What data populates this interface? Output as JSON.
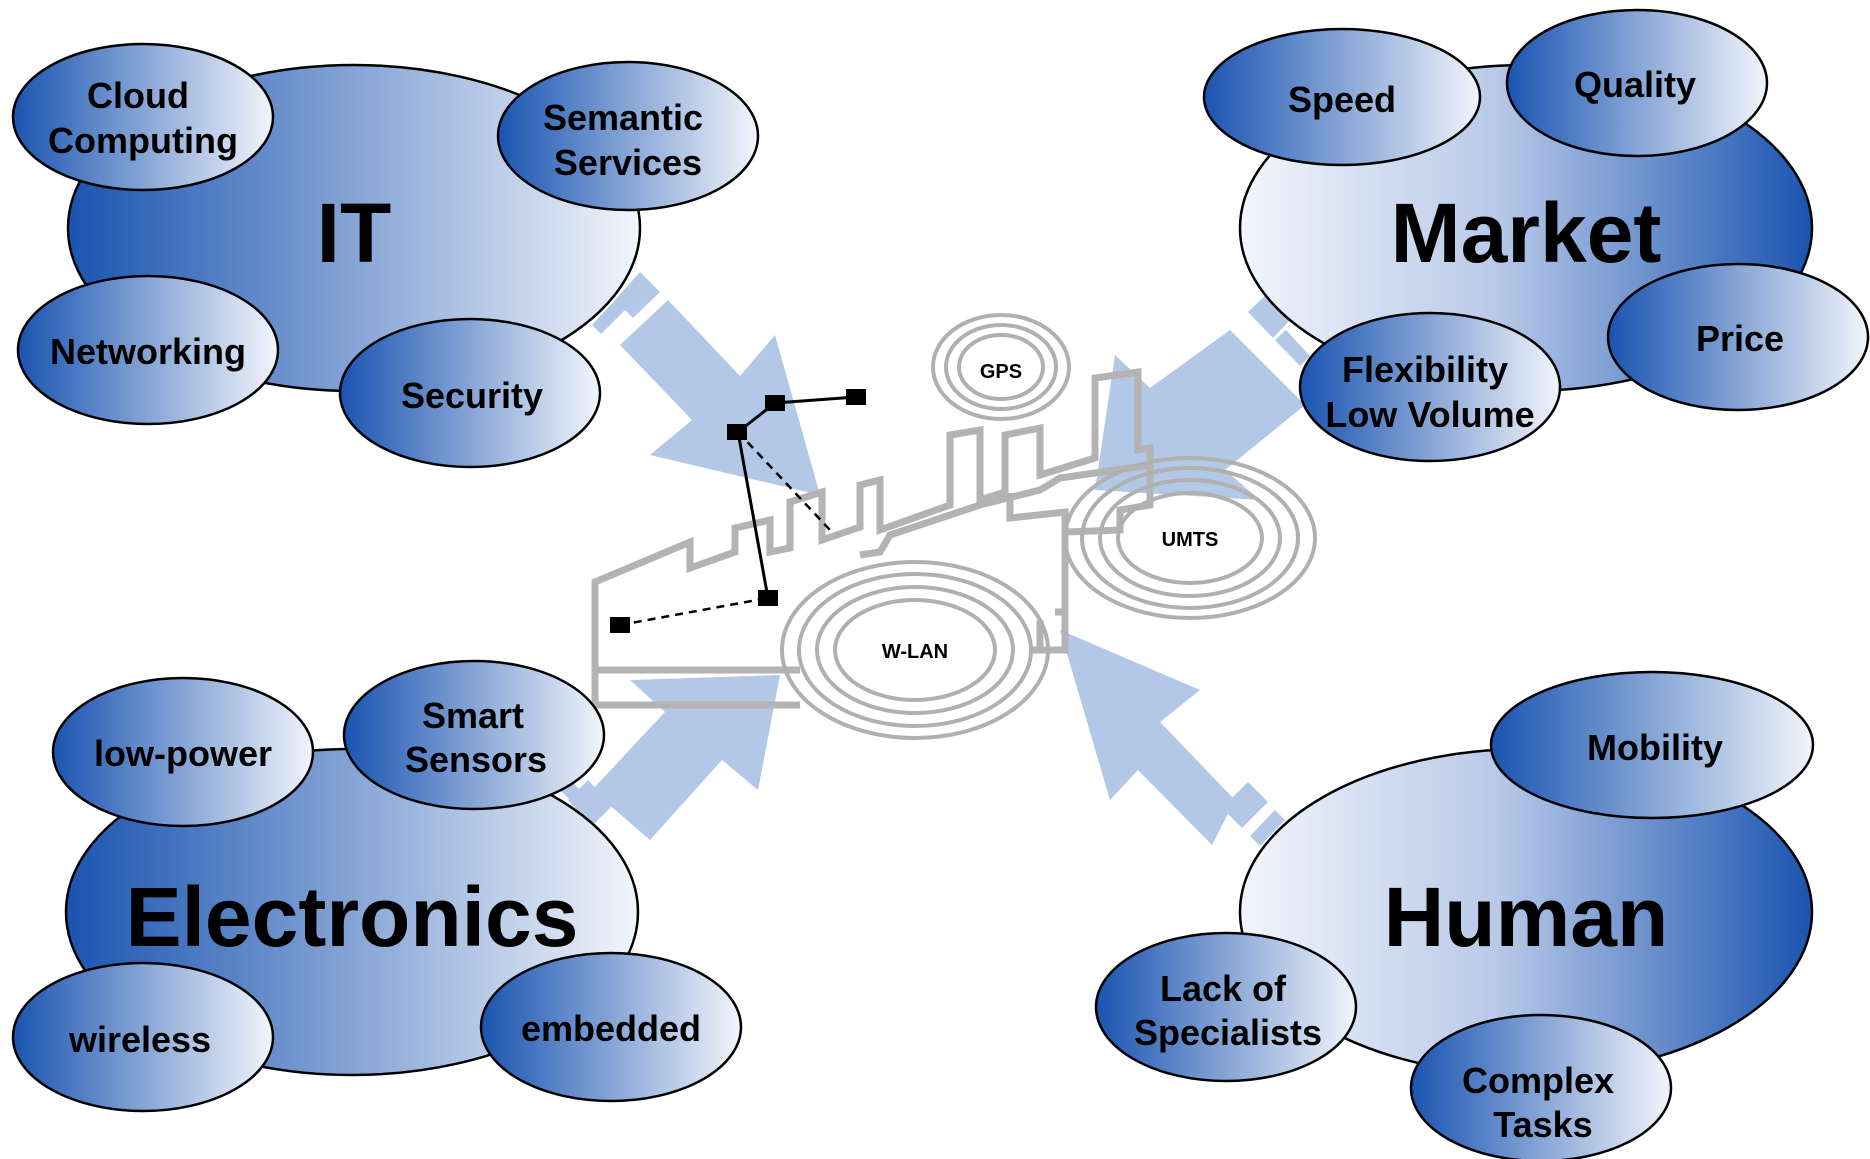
{
  "clusters": {
    "it": {
      "title": "IT",
      "satellites": {
        "cloud": [
          "Cloud",
          "Computing"
        ],
        "semantic": [
          "Semantic",
          "Services"
        ],
        "networking": [
          "Networking"
        ],
        "security": [
          "Security"
        ]
      }
    },
    "market": {
      "title": "Market",
      "satellites": {
        "speed": [
          "Speed"
        ],
        "quality": [
          "Quality"
        ],
        "price": [
          "Price"
        ],
        "flexibility": [
          "Flexibility",
          "Low Volume"
        ]
      }
    },
    "electronics": {
      "title": "Electronics",
      "satellites": {
        "lowpower": [
          "low-power"
        ],
        "sensors": [
          "Smart",
          "Sensors"
        ],
        "wireless": [
          "wireless"
        ],
        "embedded": [
          "embedded"
        ]
      }
    },
    "human": {
      "title": "Human",
      "satellites": {
        "mobility": [
          "Mobility"
        ],
        "specialists": [
          "Lack of",
          "Specialists"
        ],
        "tasks": [
          "Complex",
          "Tasks"
        ]
      }
    }
  },
  "signals": {
    "gps": "GPS",
    "umts": "UMTS",
    "wlan": "W-LAN"
  },
  "colors": {
    "dark_blue": "#1a54b0",
    "light_blue": "#f2f5fb",
    "arrow": "#b3c7e6",
    "factory_gray": "#b3b3b3"
  }
}
